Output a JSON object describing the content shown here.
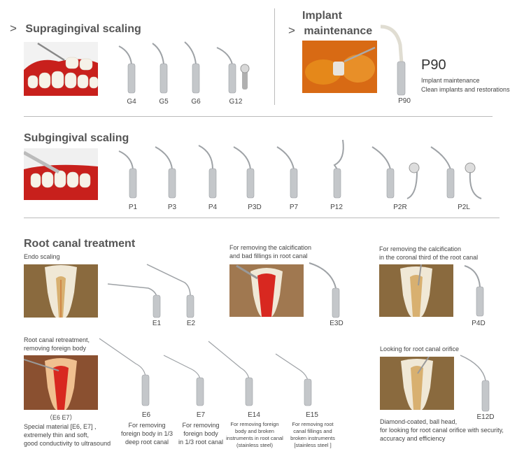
{
  "sections": {
    "supra": {
      "chevron": ">",
      "title": "Supragingival scaling",
      "tips": [
        "G4",
        "G5",
        "G6",
        "G12"
      ]
    },
    "implant": {
      "chevron": ">",
      "title_line1": "Implant",
      "title_line2": "maintenance",
      "tip": "P90",
      "big_label": "P90",
      "desc_line1": "Implant maintenance",
      "desc_line2": "Clean implants and restorations"
    },
    "sub": {
      "title": "Subgingival scaling",
      "tips": [
        "P1",
        "P3",
        "P4",
        "P3D",
        "P7",
        "P12",
        "P2R",
        "P2L"
      ]
    },
    "root": {
      "title": "Root canal treatment",
      "endo": "Endo scaling",
      "e1": "E1",
      "e2": "E2",
      "calc_note1": "For removing the calcification",
      "calc_note2": "and bad fillings in root canal",
      "e3d": "E3D",
      "coronal_note1": "For removing the calcification",
      "coronal_note2": "in the coronal third of the root canal",
      "p4d": "P4D",
      "retreat_note1": "Root canal retreatment,",
      "retreat_note2": "removing foreign body",
      "e6e7_caption": "（E6 E7）",
      "special1": "Special material  [E6, E7] ,",
      "special2": "extremely thin and soft,",
      "special3": "good conductivity to ultrasound",
      "e6": "E6",
      "e6_desc1": "For removing",
      "e6_desc2": "foreign body in 1/3",
      "e6_desc3": "deep root canal",
      "e7": "E7",
      "e7_desc1": "For removing",
      "e7_desc2": "foreign body",
      "e7_desc3": "in 1/3 root canal",
      "e14": "E14",
      "e14_desc1": "For removing foreign",
      "e14_desc2": "body and broken",
      "e14_desc3": "instruments in root canal",
      "e14_desc4": "(stainless steel)",
      "e15": "E15",
      "e15_desc1": "For removing root",
      "e15_desc2": "canal fillings and",
      "e15_desc3": "broken instruments",
      "e15_desc4": "[stainless steel ]",
      "orifice_note": "Looking for root canal orifice",
      "e12d": "E12D",
      "diamond1": "Diamond-coated, ball head,",
      "diamond2": "for looking for root canal orifice with security,",
      "diamond3": "accuracy and efficiency"
    }
  },
  "colors": {
    "gum": "#c8201c",
    "tooth": "#f4f0e6",
    "implant_bg": "#d86a14",
    "dentin": "#e8c58a",
    "steel": "#b9bcc0"
  }
}
